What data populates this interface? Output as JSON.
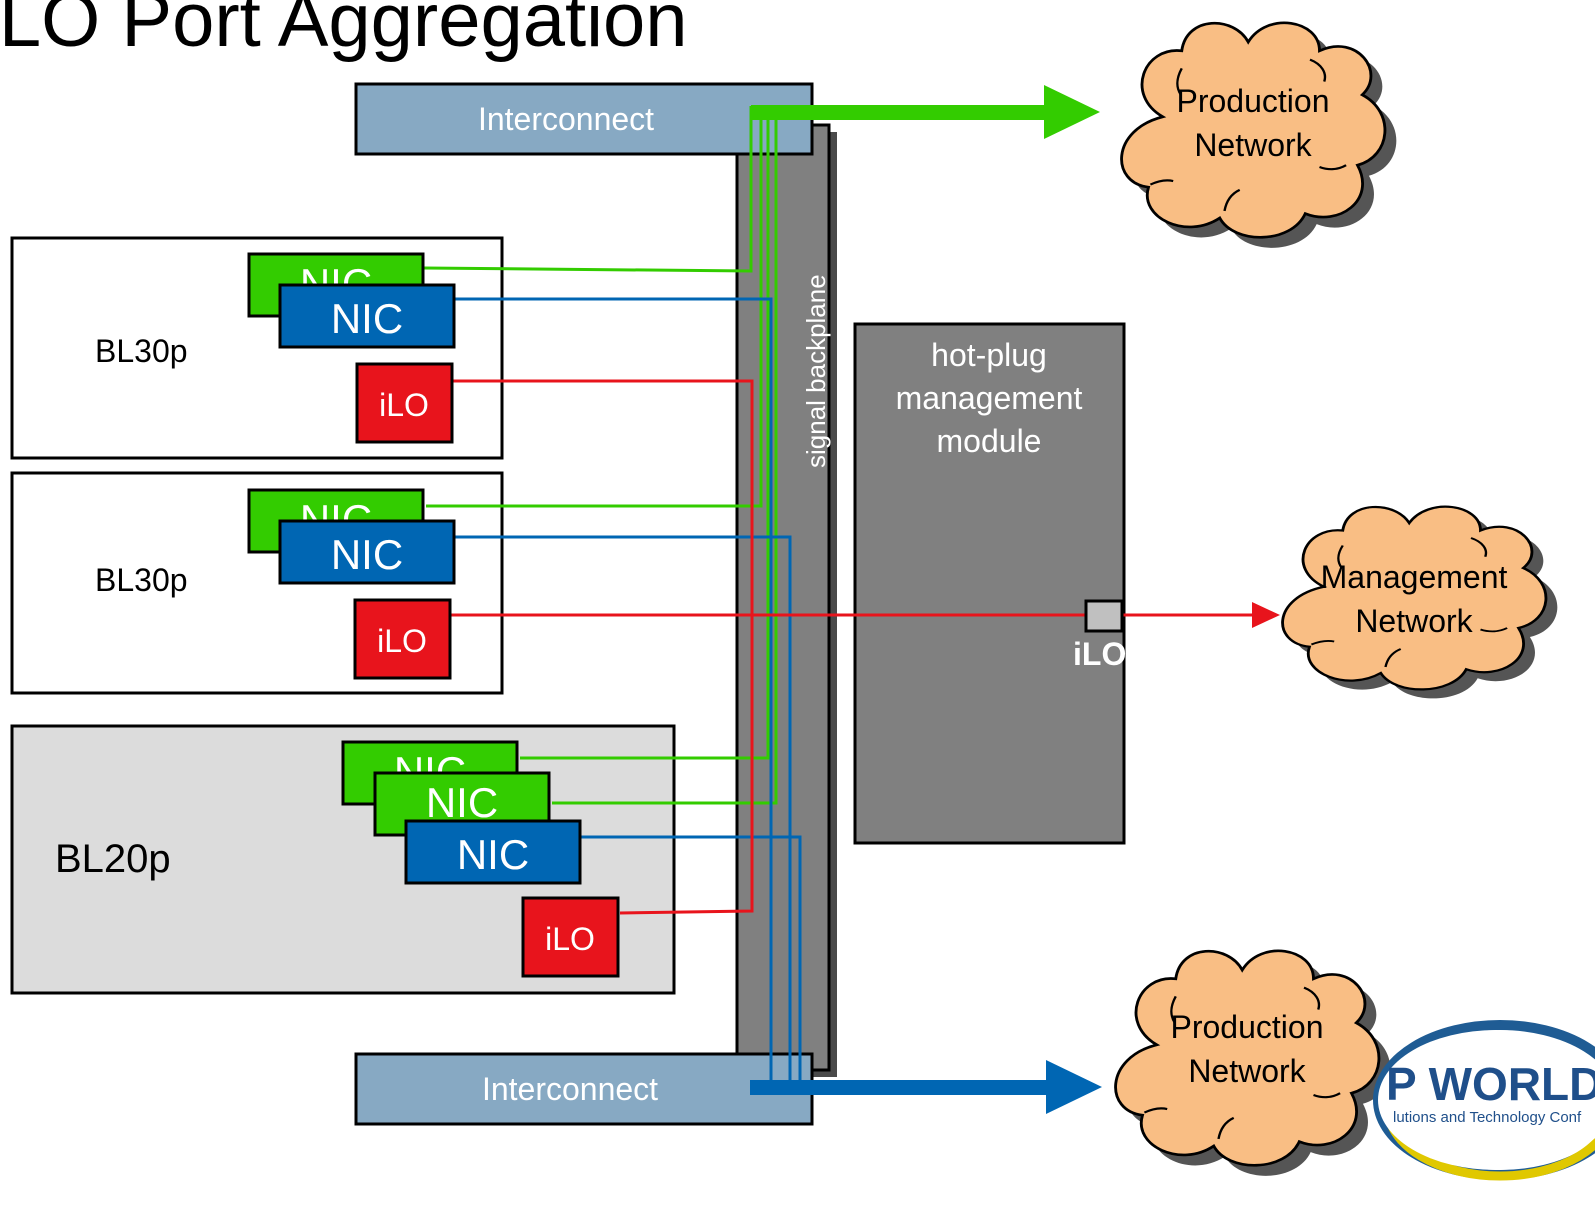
{
  "title": "iLO Port Aggregation",
  "backplane_label": "signal backplane",
  "interconnect_top": "Interconnect",
  "interconnect_bottom": "Interconnect",
  "blades": [
    {
      "label": "BL30p",
      "nic_back": "NIC",
      "nic_front": "NIC",
      "ilo": "iLO"
    },
    {
      "label": "BL30p",
      "nic_back": "NIC",
      "nic_front": "NIC",
      "ilo": "iLO"
    },
    {
      "label": "BL20p",
      "nic_back": "NIC",
      "nic_mid": "NIC",
      "nic_front": "NIC",
      "ilo": "iLO"
    }
  ],
  "mgmt_module": {
    "line1": "hot-plug",
    "line2": "management",
    "line3": "module",
    "ilo_port": "iLO"
  },
  "clouds": {
    "production_top": {
      "line1": "Production",
      "line2": "Network"
    },
    "management": {
      "line1": "Management",
      "line2": "Network"
    },
    "production_bottom": {
      "line1": "Production",
      "line2": "Network"
    }
  },
  "logo": {
    "text": "P WORLD",
    "tagline": "lutions and Technology Conf"
  },
  "colors": {
    "nic_green": "#33cc00",
    "nic_blue": "#0066b3",
    "ilo_red": "#e8141c",
    "interconnect": "#87a9c3",
    "backplane": "#808080",
    "cloud": "#f9be84",
    "blade20_fill": "#dcdcdc"
  }
}
